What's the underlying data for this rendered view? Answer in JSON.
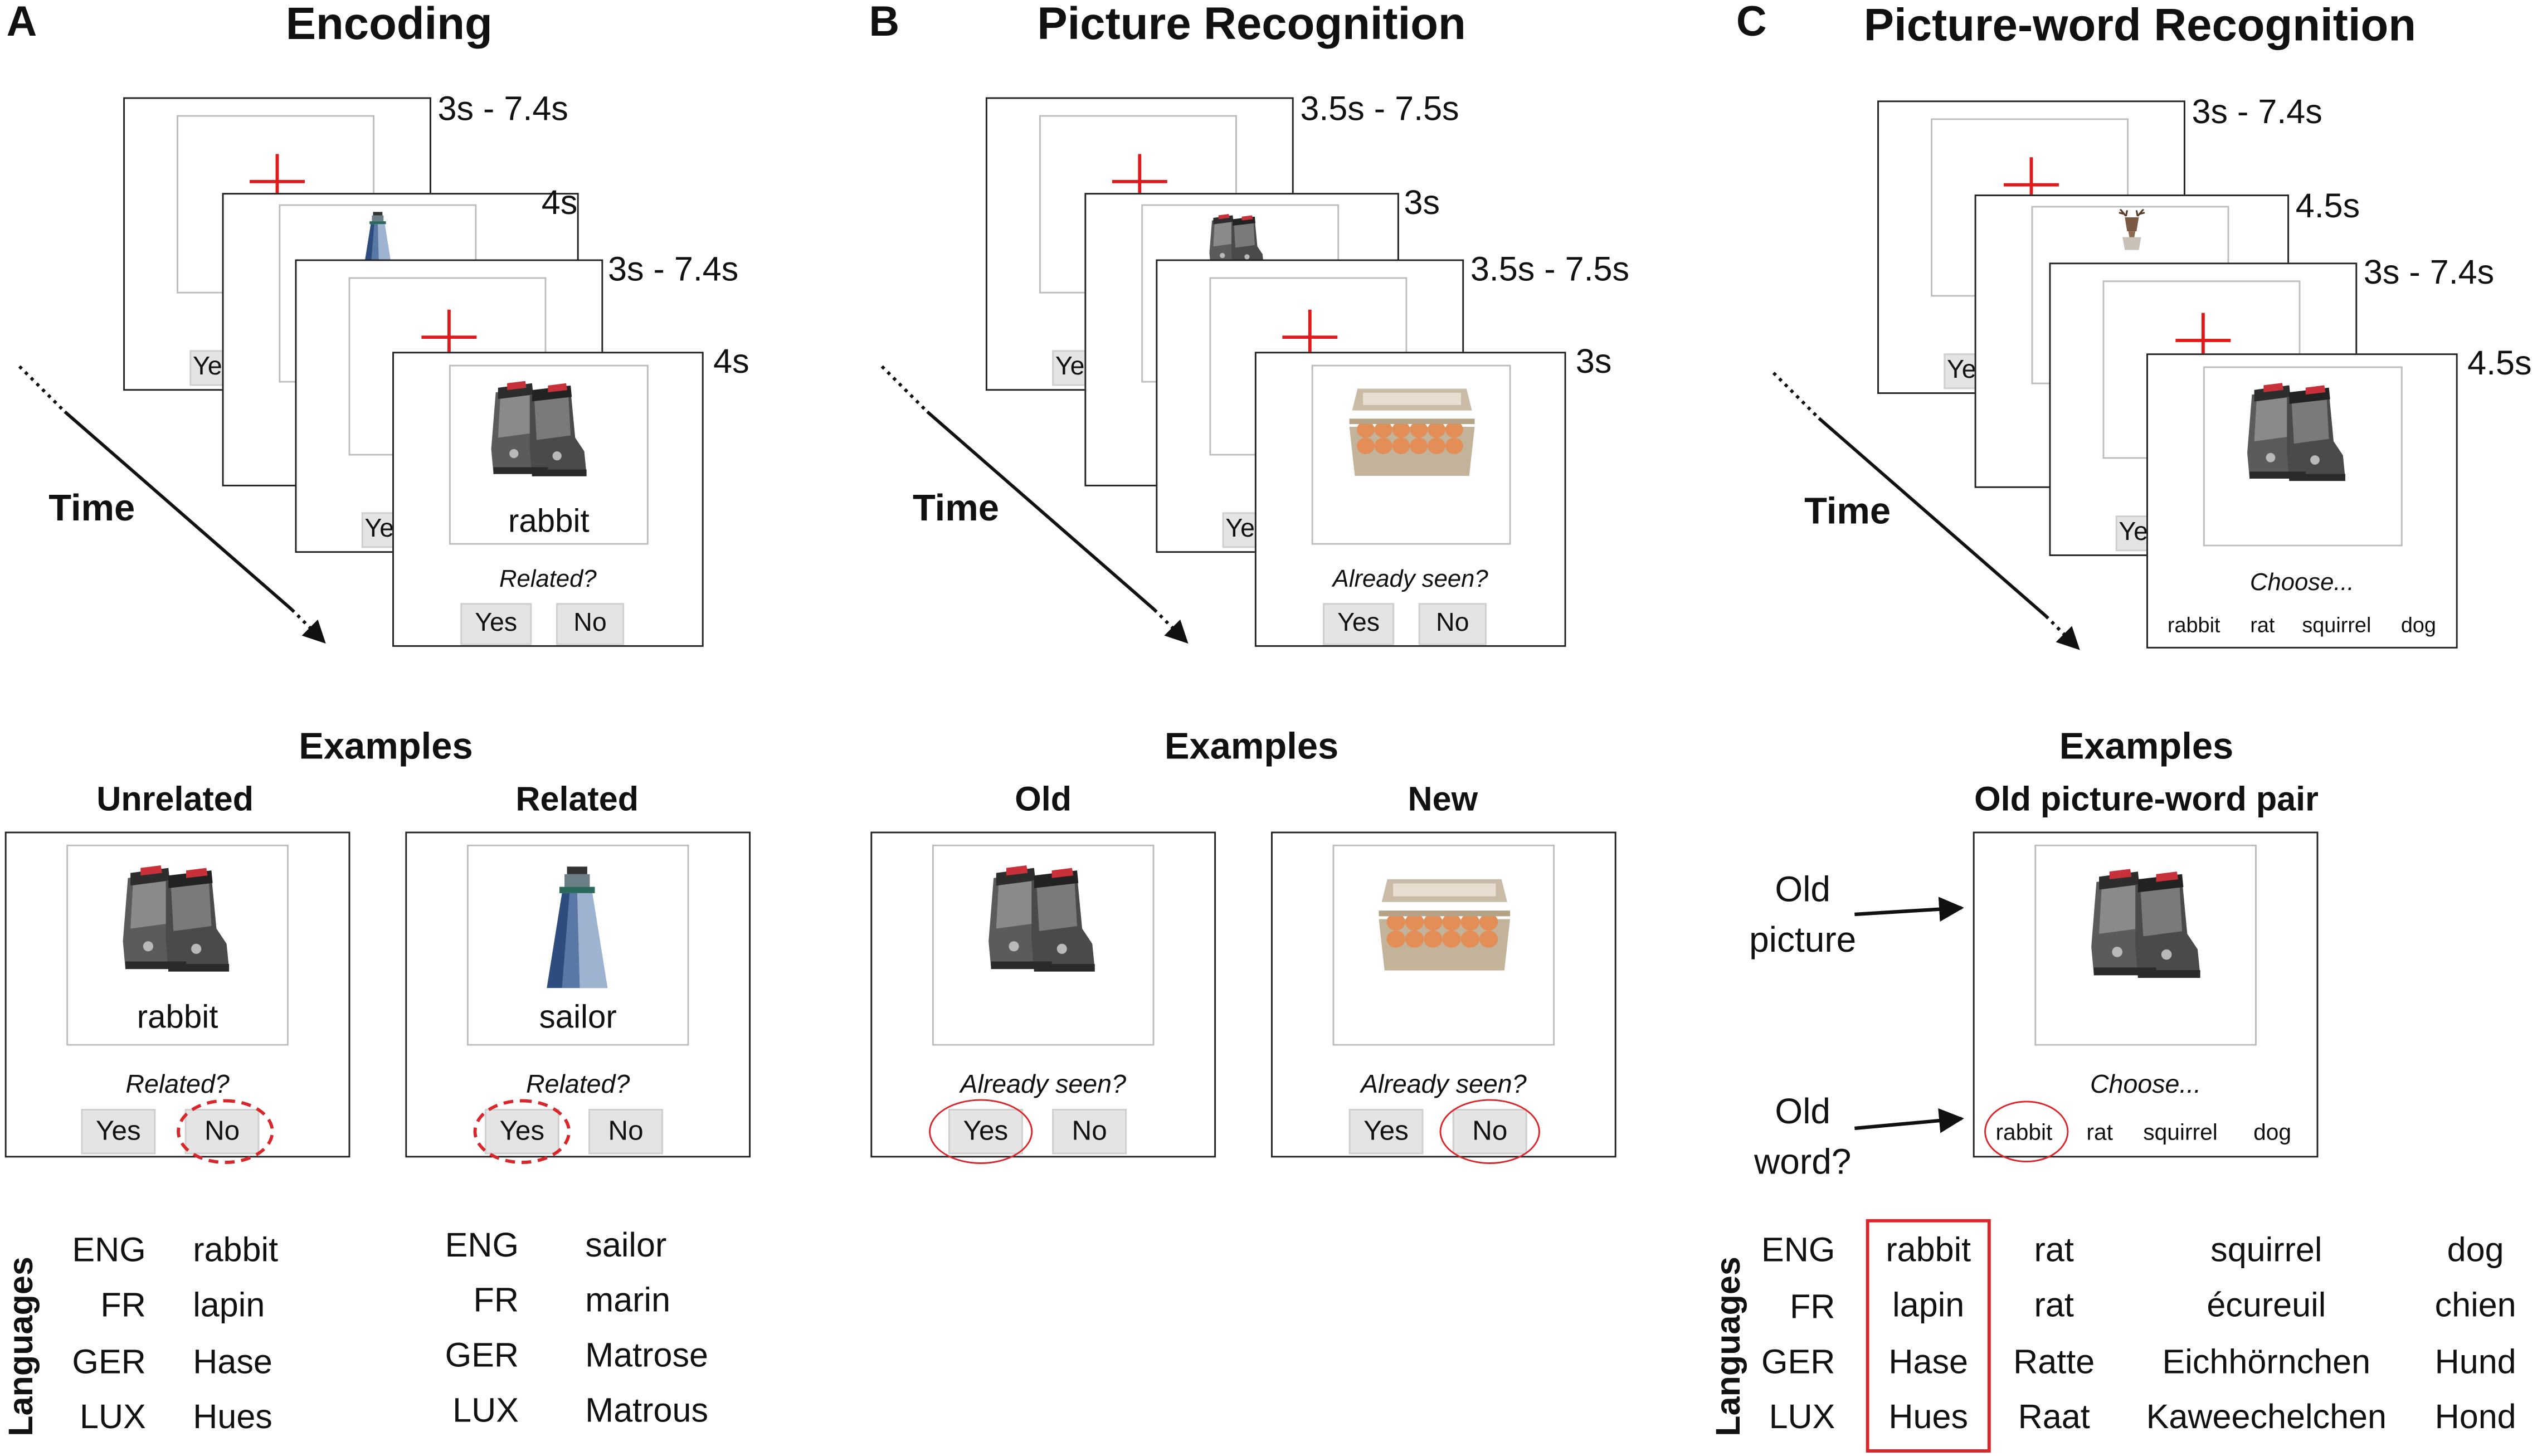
{
  "panels": [
    {
      "label": "A",
      "title": "Encoding",
      "timings": [
        "3s - 7.4s",
        "4s",
        "3s - 7.4s",
        "4s"
      ],
      "time_label": "Time",
      "trial": {
        "word": "rabbit",
        "question": "Related?",
        "buttons": [
          "Yes",
          "No"
        ],
        "peek_button": "Ye"
      },
      "examples_title": "Examples",
      "examples": [
        {
          "subtitle": "Unrelated",
          "word": "rabbit",
          "question": "Related?",
          "buttons": [
            "Yes",
            "No"
          ],
          "selected": "No",
          "image": "ski-boots"
        },
        {
          "subtitle": "Related",
          "word": "sailor",
          "question": "Related?",
          "buttons": [
            "Yes",
            "No"
          ],
          "selected": "Yes",
          "image": "lighthouse"
        }
      ],
      "languages_header": "Languages",
      "languages": {
        "codes": [
          "ENG",
          "FR",
          "GER",
          "LUX"
        ],
        "sets": [
          [
            "rabbit",
            "lapin",
            "Hase",
            "Hues"
          ],
          [
            "sailor",
            "marin",
            "Matrose",
            "Matrous"
          ]
        ]
      }
    },
    {
      "label": "B",
      "title": "Picture Recognition",
      "timings": [
        "3.5s - 7.5s",
        "3s",
        "3.5s - 7.5s",
        "3s"
      ],
      "time_label": "Time",
      "trial": {
        "question": "Already seen?",
        "buttons": [
          "Yes",
          "No"
        ],
        "peek_button": "Ye"
      },
      "examples_title": "Examples",
      "examples": [
        {
          "subtitle": "Old",
          "question": "Already seen?",
          "buttons": [
            "Yes",
            "No"
          ],
          "selected": "Yes",
          "image": "ski-boots"
        },
        {
          "subtitle": "New",
          "question": "Already seen?",
          "buttons": [
            "Yes",
            "No"
          ],
          "selected": "No",
          "image": "egg-carton"
        }
      ]
    },
    {
      "label": "C",
      "title": "Picture-word Recognition",
      "timings": [
        "3s - 7.4s",
        "4.5s",
        "3s - 7.4s",
        "4.5s"
      ],
      "time_label": "Time",
      "trial": {
        "question": "Choose...",
        "choices": [
          "rabbit",
          "rat",
          "squirrel",
          "dog"
        ],
        "peek_button": "Ye"
      },
      "examples_title": "Examples",
      "example": {
        "subtitle": "Old picture-word pair",
        "question": "Choose...",
        "choices": [
          "rabbit",
          "rat",
          "squirrel",
          "dog"
        ],
        "selected": "rabbit",
        "arrow_labels": [
          "Old\npicture",
          "Old\nword?"
        ]
      },
      "languages_header": "Languages",
      "languages": {
        "codes": [
          "ENG",
          "FR",
          "GER",
          "LUX"
        ],
        "columns": [
          [
            "rabbit",
            "lapin",
            "Hase",
            "Hues"
          ],
          [
            "rat",
            "rat",
            "Ratte",
            "Raat"
          ],
          [
            "squirrel",
            "écureuil",
            "Eichhörnchen",
            "Kaweechelchen"
          ],
          [
            "dog",
            "chien",
            "Hund",
            "Hond"
          ]
        ],
        "highlighted_column": 0
      }
    }
  ],
  "colors": {
    "accent_red": "#d8262b",
    "cross_red": "#e0191b",
    "button_gray": "#e4e4e4"
  }
}
